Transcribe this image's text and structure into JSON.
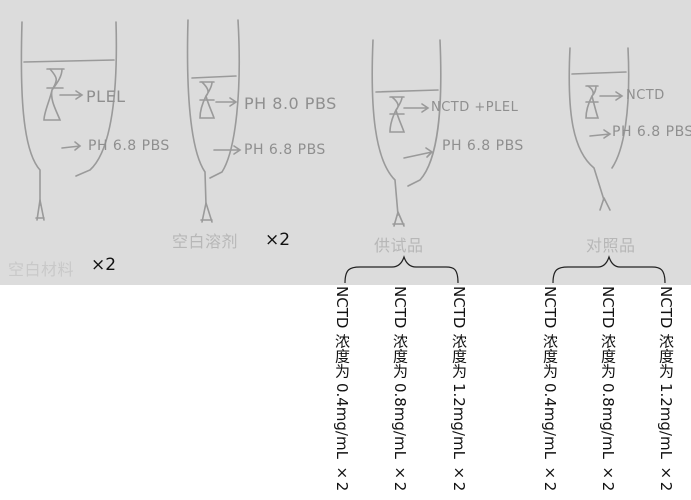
{
  "tubes": [
    {
      "inner_label": "PLEL",
      "outer_label": "PH 6.8 PBS",
      "bottom_label": "空白材料",
      "multiplier": "×2"
    },
    {
      "inner_label": "PH 8.0 PBS",
      "outer_label": "PH 6.8 PBS",
      "bottom_label": "空白溶剂",
      "multiplier": "×2"
    },
    {
      "inner_label": "NCTD +PLEL",
      "outer_label": "PH 6.8 PBS",
      "bottom_label": "供试品"
    },
    {
      "inner_label": "NCTD",
      "outer_label": "PH 6.8 PBS",
      "bottom_label": "对照品"
    }
  ],
  "concentration_labels": [
    "NCTD 浓度为 0.4mg/mL ×2",
    "NCTD 浓度为 0.8mg/mL ×2",
    "NCTD 浓度为 1.2mg/mL ×2",
    "NCTD 浓度为 0.4mg/mL ×2",
    "NCTD 浓度为 0.8mg/mL ×2",
    "NCTD 浓度为 1.2mg/mL ×2"
  ]
}
